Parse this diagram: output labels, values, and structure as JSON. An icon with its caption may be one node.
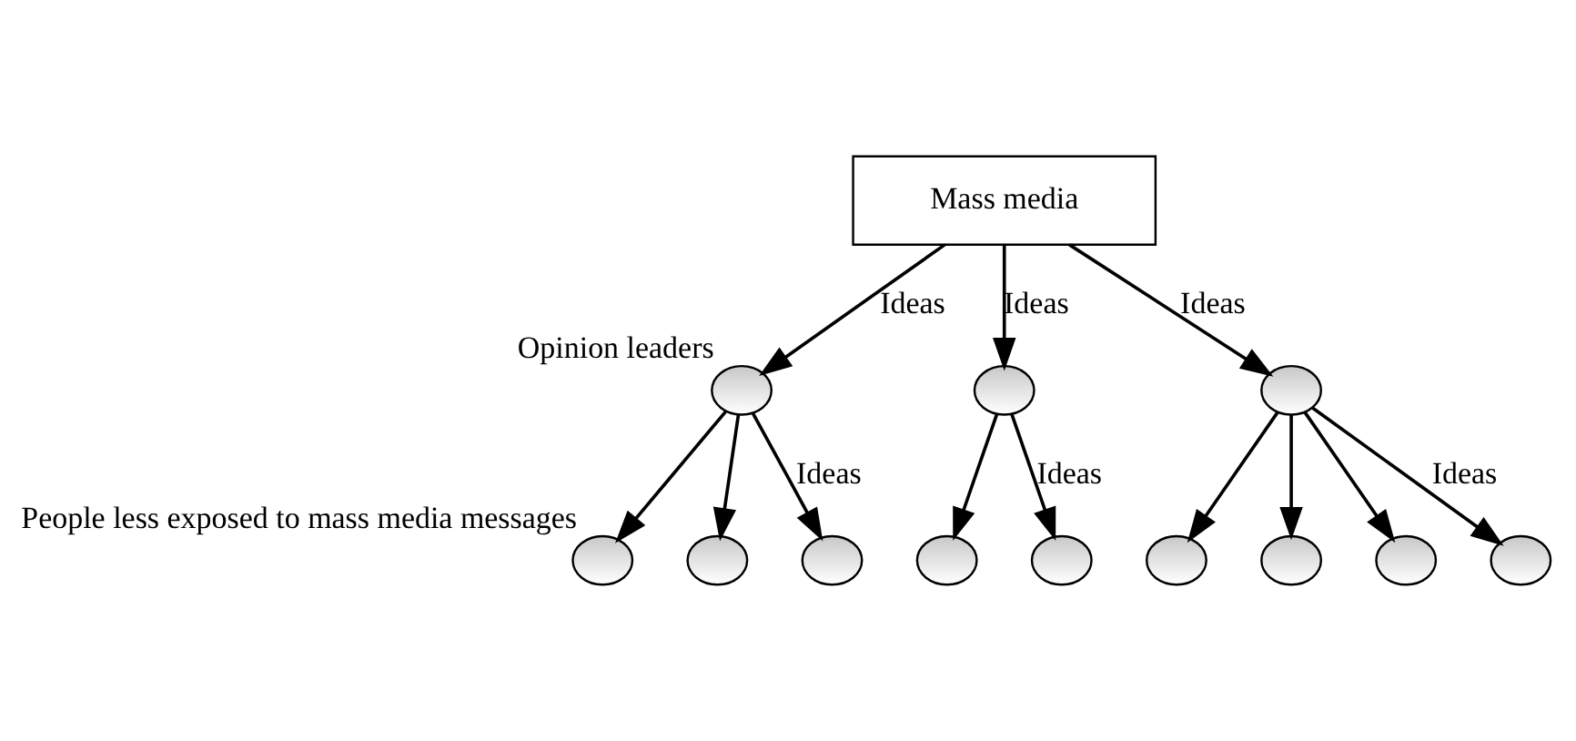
{
  "diagram": {
    "nodes": [
      {
        "text": [
          "Mass media"
        ]
      },
      {
        "text": [],
        "shape": "circle",
        "beside": [
          "Opinion leaders"
        ]
      },
      {
        "text": [],
        "shape": "circle"
      },
      {
        "text": [],
        "shape": "circle"
      },
      {
        "text": [],
        "shape": "circle",
        "beside": [
          "People less exposed to mass media messages"
        ]
      },
      {
        "text": [],
        "shape": "circle"
      },
      {
        "text": [],
        "shape": "circle"
      },
      {
        "text": [],
        "shape": "circle"
      },
      {
        "text": [],
        "shape": "circle"
      },
      {
        "text": [],
        "shape": "circle"
      },
      {
        "text": [],
        "shape": "circle"
      },
      {
        "text": [],
        "shape": "circle"
      },
      {
        "text": [],
        "shape": "circle"
      }
    ],
    "edges": [
      {
        "from": 0,
        "to": 1,
        "arrow": "to",
        "label": "Ideas"
      },
      {
        "from": 0,
        "to": 2,
        "arrow": "to",
        "label": "Ideas"
      },
      {
        "from": 0,
        "to": 3,
        "arrow": "to",
        "label": "Ideas"
      },
      {
        "from": 1,
        "to": 4,
        "arrow": "to"
      },
      {
        "from": 1,
        "to": 5,
        "arrow": "to"
      },
      {
        "from": 1,
        "to": 6,
        "arrow": "to",
        "label": "Ideas"
      },
      {
        "from": 2,
        "to": 7,
        "arrow": "to"
      },
      {
        "from": 2,
        "to": 8,
        "arrow": "to",
        "label": "Ideas"
      },
      {
        "from": 3,
        "to": 9,
        "arrow": "to"
      },
      {
        "from": 3,
        "to": 10,
        "arrow": "to"
      },
      {
        "from": 3,
        "to": 11,
        "arrow": "to"
      },
      {
        "from": 3,
        "to": 12,
        "arrow": "to",
        "label": "Ideas"
      }
    ]
  }
}
